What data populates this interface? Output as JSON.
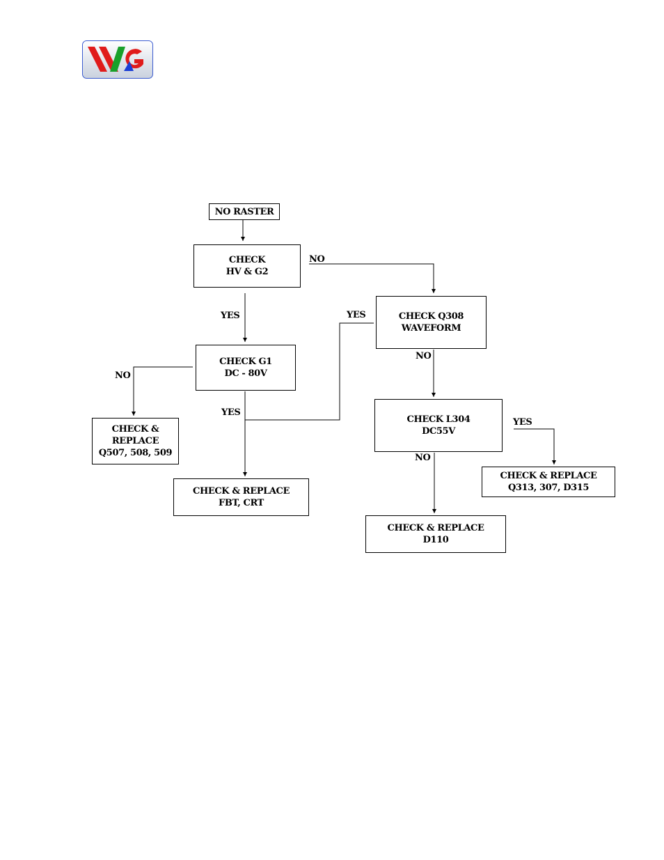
{
  "logo": {
    "text": "WG",
    "colors": [
      "#e01b1b",
      "#18a02a",
      "#1b3fd6"
    ],
    "border": "#3a5bd0"
  },
  "nodes": {
    "no_raster": [
      "NO RASTER"
    ],
    "check_hv_g2": [
      "CHECK",
      "HV & G2"
    ],
    "check_g1": [
      "CHECK G1",
      "DC - 80V"
    ],
    "replace_q507": [
      "CHECK &",
      "REPLACE",
      "Q507, 508, 509"
    ],
    "replace_fbt": [
      "CHECK & REPLACE",
      "FBT, CRT"
    ],
    "check_q308": [
      "CHECK Q308",
      "WAVEFORM"
    ],
    "check_l304": [
      "CHECK L304",
      "DC55V"
    ],
    "replace_q313": [
      "CHECK & REPLACE",
      "Q313, 307, D315"
    ],
    "replace_d110": [
      "CHECK & REPLACE",
      "D110"
    ]
  },
  "edge_labels": {
    "hv_no": "NO",
    "hv_yes": "YES",
    "g1_no": "NO",
    "g1_yes": "YES",
    "q308_yes": "YES",
    "q308_no": "NO",
    "l304_yes": "YES",
    "l304_no": "NO"
  }
}
